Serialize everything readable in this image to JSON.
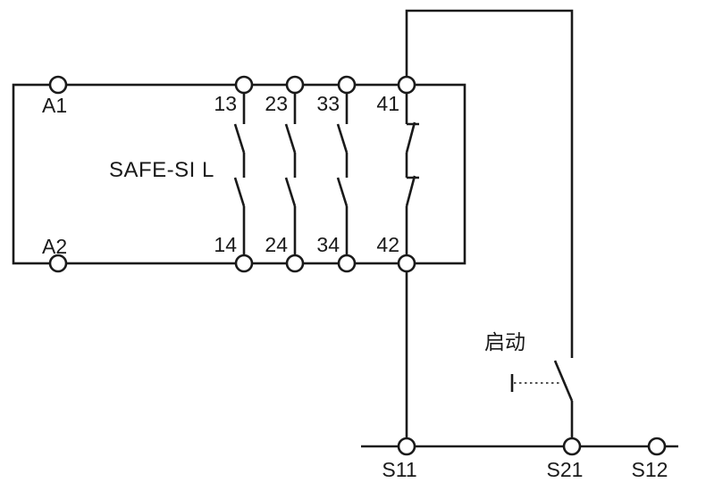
{
  "diagram": {
    "relay_label": "SAFE-SI L",
    "terminals": {
      "a1": "A1",
      "a2": "A2",
      "t13": "13",
      "t23": "23",
      "t33": "33",
      "t41": "41",
      "t14": "14",
      "t24": "24",
      "t34": "34",
      "t42": "42",
      "s11": "S11",
      "s21": "S21",
      "s12": "S12"
    },
    "start_button_label": "启动",
    "colors": {
      "line": "#1a1a1a",
      "background": "#ffffff"
    }
  }
}
